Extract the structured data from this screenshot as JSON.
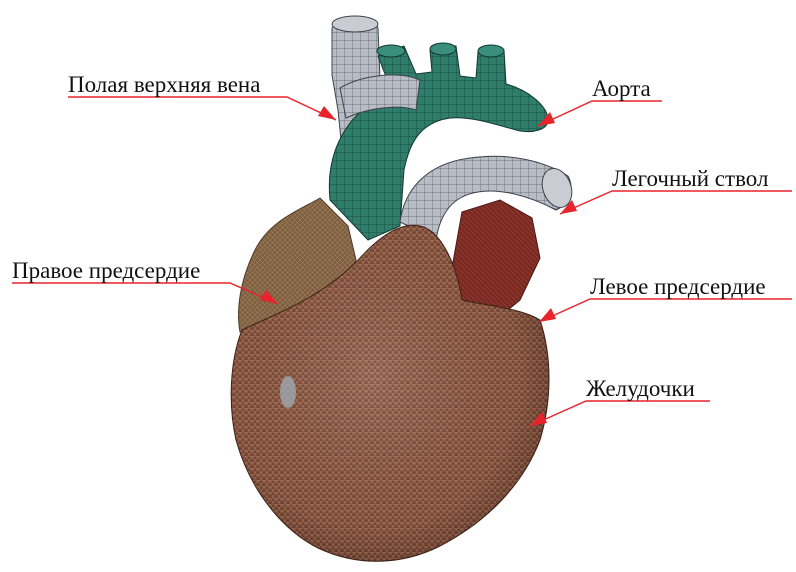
{
  "labels": {
    "superior_vena_cava": "Полая верхняя вена",
    "aorta": "Аорта",
    "pulmonary_trunk": "Легочный ствол",
    "right_atrium": "Правое предсердие",
    "left_atrium": "Левое предсердие",
    "ventricles": "Желудочки"
  },
  "colors": {
    "leader_line": "#e8242a",
    "aorta": "#2f7d6b",
    "vessel_mesh": "#b8bcc4",
    "myocardium": "#8a5540",
    "left_atrium": "#7a2a22"
  }
}
